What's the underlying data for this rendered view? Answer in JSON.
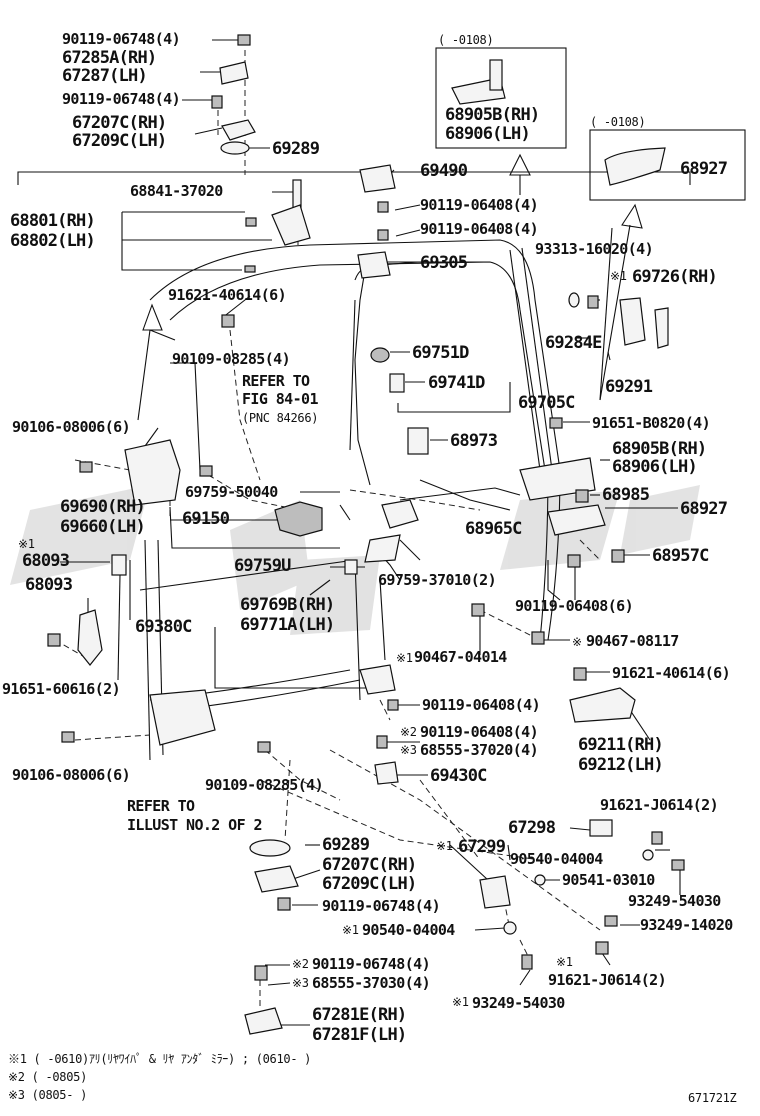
{
  "diagram_id": "671721Z",
  "watermark": "sd",
  "labels": {
    "l01": "90119-06748(4)",
    "l02": "67285A(RH)",
    "l03": "67287(LH)",
    "l04": "90119-06748(4)",
    "l05": "67207C(RH)",
    "l06": "67209C(LH)",
    "l07": "69289",
    "l08": "68841-37020",
    "l09": "68801(RH)",
    "l10": "68802(LH)",
    "l11": "91621-40614(6)",
    "l12": "90109-08285(4)",
    "l13": "REFER TO",
    "l14": "FIG 84-01",
    "l15": "(PNC 84266)",
    "l16": "90106-08006(6)",
    "l17": "69759-50040",
    "l18": "69690(RH)",
    "l19": "69660(LH)",
    "l20": "69150",
    "l21": "※1",
    "l22": "68093",
    "l23": "68093",
    "l24": "69759U",
    "l25": "69769B(RH)",
    "l26": "69771A(LH)",
    "l27": "69380C",
    "l28": "91651-60616(2)",
    "l29": "90106-08006(6)",
    "l30": "90109-08285(4)",
    "l31": "REFER TO",
    "l32": "ILLUST NO.2 OF 2",
    "l33": "(  -0108)",
    "l34": "68905B(RH)",
    "l35": "68906(LH)",
    "l36": "(  -0108)",
    "l37": "68927",
    "l38": "69490",
    "l39": "90119-06408(4)",
    "l40": "90119-06408(4)",
    "l41": "93313-16020(4)",
    "l42": "69305",
    "l43": "※1",
    "l44": "69726(RH)",
    "l45": "69284E",
    "l46": "69751D",
    "l47": "69741D",
    "l48": "69705C",
    "l49": "69291",
    "l50": "68973",
    "l51": "91651-B0820(4)",
    "l52": "68905B(RH)",
    "l53": "68906(LH)",
    "l54": "68985",
    "l55": "68927",
    "l56": "68965C",
    "l57": "68957C",
    "l58": "69759-37010(2)",
    "l59": "90119-06408(6)",
    "l60": "※",
    "l61": "90467-08117",
    "l62": "※1",
    "l63": "90467-04014",
    "l64": "91621-40614(6)",
    "l65": "90119-06408(4)",
    "l66": "※2",
    "l67": "90119-06408(4)",
    "l68": "※3",
    "l69": "68555-37020(4)",
    "l70": "69211(RH)",
    "l71": "69212(LH)",
    "l72": "69430C",
    "l73": "91621-J0614(2)",
    "l74": "67298",
    "l75": "※1",
    "l76": "67299",
    "l77": "90540-04004",
    "l78": "90541-03010",
    "l79": "69289",
    "l80": "67207C(RH)",
    "l81": "67209C(LH)",
    "l82": "90119-06748(4)",
    "l83": "93249-54030",
    "l84": "93249-14020",
    "l85": "※1",
    "l86": "90540-04004",
    "l87": "※2",
    "l88": "90119-06748(4)",
    "l89": "※3",
    "l90": "68555-37030(4)",
    "l91": "※1",
    "l92": "91621-J0614(2)",
    "l93": "※1",
    "l94": "93249-54030",
    "l95": "67281E(RH)",
    "l96": "67281F(LH)"
  },
  "footnotes": {
    "f1": "※1 (   -0610)ｱﾘ(ﾘﾔﾜｲﾊﾟ & ﾘﾔ ｱﾝﾀﾞ ﾐﾗｰ) ; (0610-    )",
    "f2": "※2 (   -0805)",
    "f3": "※3 (0805-   )"
  }
}
